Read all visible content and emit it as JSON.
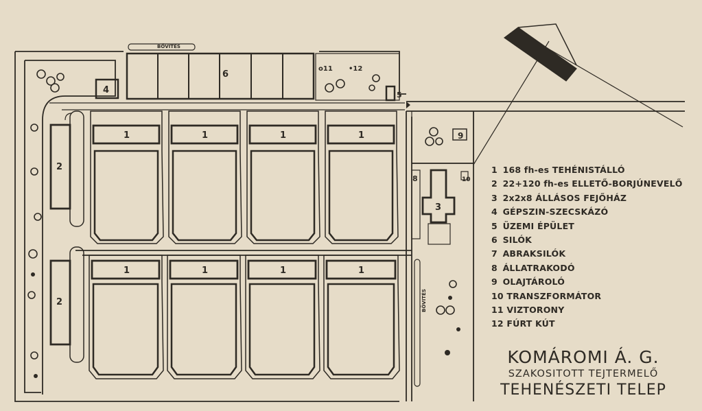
{
  "plan": {
    "expansion_top": "BŐVITÉS",
    "expansion_right": "BŐVITÉS",
    "barn_number": "1",
    "calf_number": "2",
    "milking_number": "3",
    "machine_number": "4",
    "office_number": "5",
    "silo_number": "6",
    "loader_number": "8",
    "oil_number": "9",
    "transformer_number": "10",
    "tower_number": "o11",
    "well_number": "•12"
  },
  "legend": [
    {
      "num": "1",
      "text": "168 fh-es TEHÉNISTÁLLÓ"
    },
    {
      "num": "2",
      "text": "22+120 fh-es ELLETŐ-BORJÚNEVELŐ"
    },
    {
      "num": "3",
      "text": "2x2x8 ÁLLÁSOS FEJŐHÁZ"
    },
    {
      "num": "4",
      "text": "GÉPSZIN-SZECSKÁZÓ"
    },
    {
      "num": "5",
      "text": "ÜZEMI ÉPÜLET"
    },
    {
      "num": "6",
      "text": "SILÓK"
    },
    {
      "num": "7",
      "text": "ABRAKSILÓK"
    },
    {
      "num": "8",
      "text": "ÁLLATRAKODÓ"
    },
    {
      "num": "9",
      "text": "OLAJTÁROLÓ"
    },
    {
      "num": "10",
      "text": "TRANSZFORMÁTOR"
    },
    {
      "num": "11",
      "text": "VIZTORONY"
    },
    {
      "num": "12",
      "text": "FÚRT KÚT"
    }
  ],
  "title": {
    "line1": "KOMÁROMI Á. G.",
    "line2": "SZAKOSITOTT TEJTERMELŐ",
    "line3": "TEHENÉSZETI TELEP"
  },
  "colors": {
    "paper": "#e6dcc8",
    "ink": "#2e2a24"
  }
}
